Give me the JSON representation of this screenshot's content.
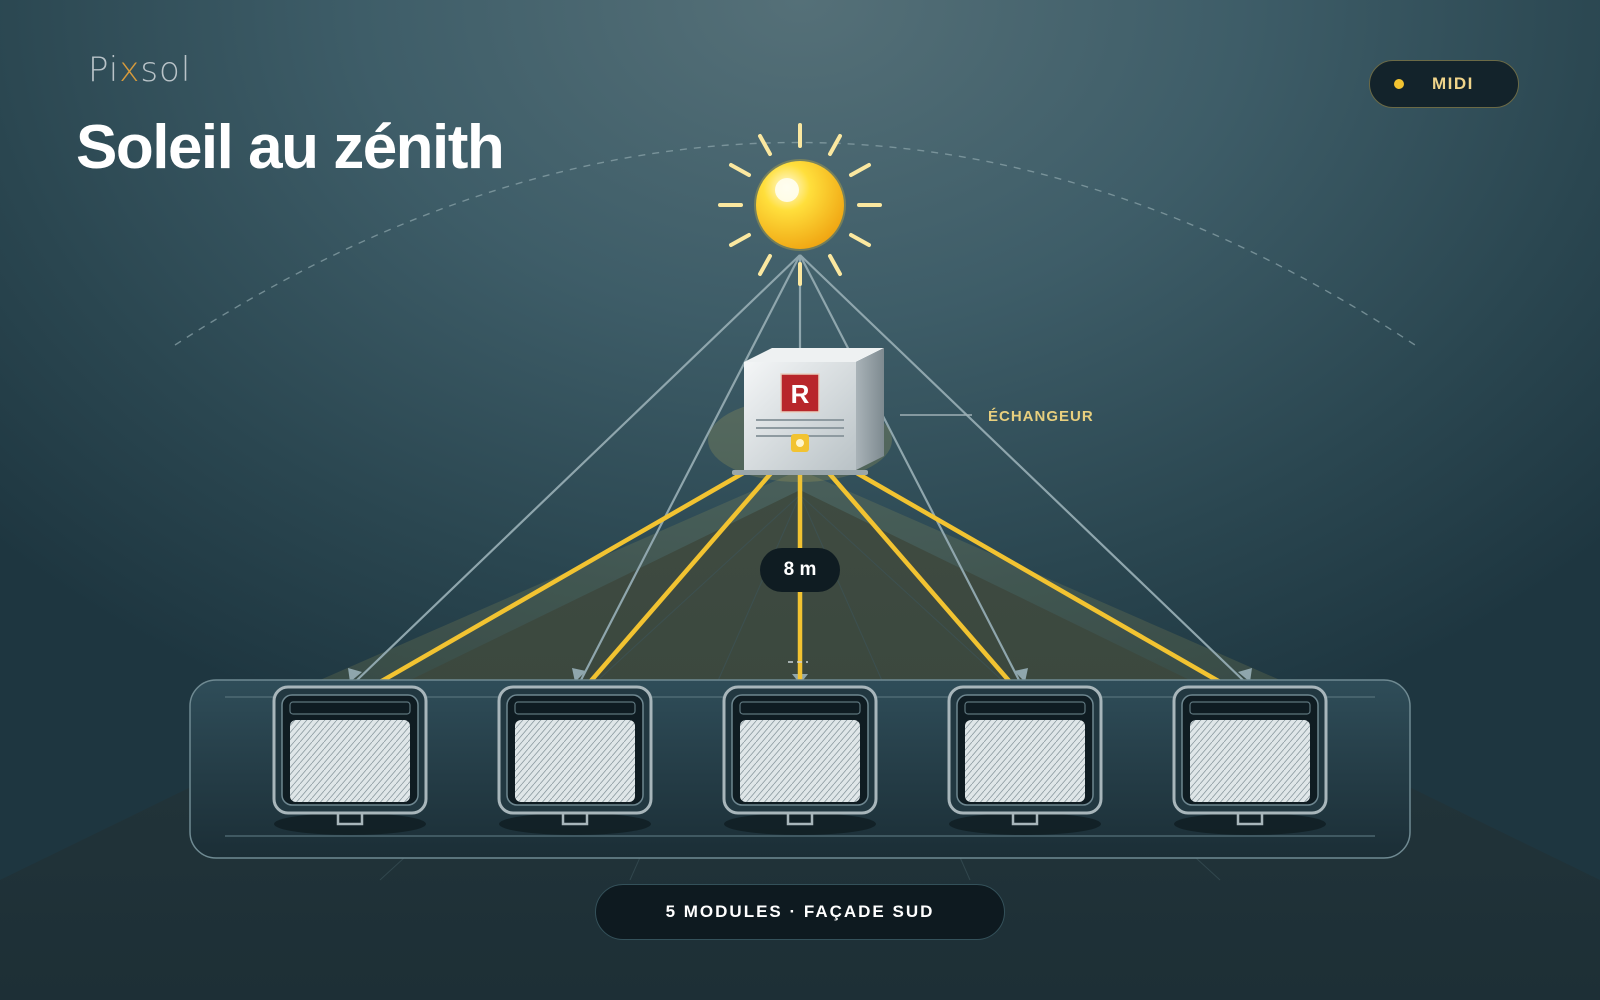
{
  "header": {
    "logo_prefix": "Pi",
    "logo_x": "x",
    "logo_suffix": "sol",
    "title": "Soleil au zénith"
  },
  "status_badge": {
    "label": "MIDI",
    "dot_color": "#f2c331"
  },
  "diagram": {
    "exchanger_label": "ÉCHANGEUR",
    "exchanger_letter": "R",
    "distance_label": "8 m",
    "module_count": 5,
    "footer_label": "5 MODULES · FAÇADE SUD"
  },
  "colors": {
    "accent": "#f2c331",
    "background": "#3e5d68",
    "exchanger_badge": "#b8262a",
    "ray_color": "#8fa6ad"
  },
  "icons": [
    "sun-icon",
    "exchanger-box-icon",
    "solar-module-icon"
  ]
}
